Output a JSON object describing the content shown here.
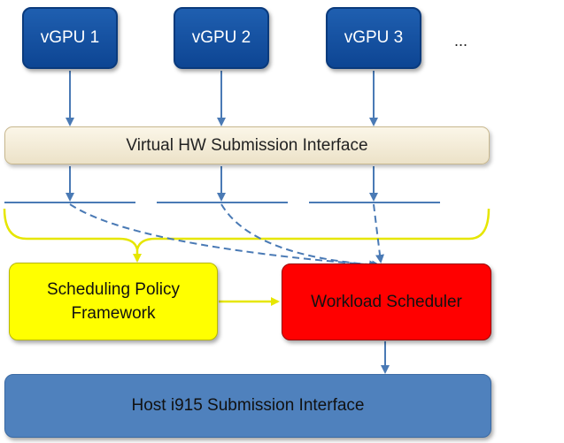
{
  "vgpus": [
    {
      "label": "vGPU 1"
    },
    {
      "label": "vGPU 2"
    },
    {
      "label": "vGPU 3"
    }
  ],
  "vgpu_more": "...",
  "virtual_hw": "Virtual HW Submission Interface",
  "policy": {
    "line1": "Scheduling Policy",
    "line2": "Framework"
  },
  "scheduler": "Workload Scheduler",
  "host": "Host i915 Submission Interface",
  "colors": {
    "vgpu": "#0d4593",
    "connector": "#4a7ab5",
    "bracket": "#e6e600",
    "policy": "#ffff00",
    "scheduler": "#ff0000",
    "host": "#4f81bd"
  }
}
